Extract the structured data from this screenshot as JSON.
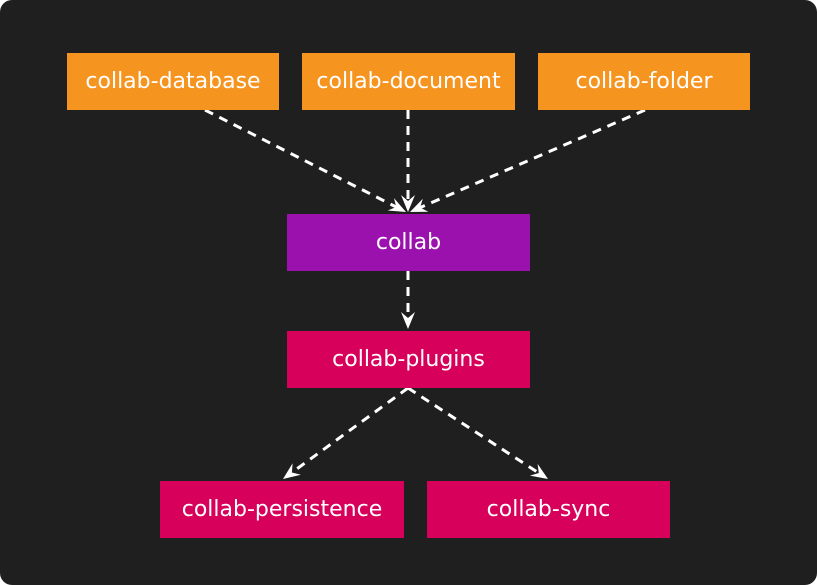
{
  "colors": {
    "background": "#1f1f1f",
    "orange": "#f69420",
    "purple": "#9b11ae",
    "crimson": "#d7005a",
    "edge": "#ffffff"
  },
  "nodes": [
    {
      "id": "collab-database",
      "label": "collab-database",
      "color": "orange"
    },
    {
      "id": "collab-document",
      "label": "collab-document",
      "color": "orange"
    },
    {
      "id": "collab-folder",
      "label": "collab-folder",
      "color": "orange"
    },
    {
      "id": "collab",
      "label": "collab",
      "color": "purple"
    },
    {
      "id": "collab-plugins",
      "label": "collab-plugins",
      "color": "crimson"
    },
    {
      "id": "collab-persistence",
      "label": "collab-persistence",
      "color": "crimson"
    },
    {
      "id": "collab-sync",
      "label": "collab-sync",
      "color": "crimson"
    }
  ],
  "edges": [
    {
      "from": "collab-database",
      "to": "collab",
      "style": "dashed"
    },
    {
      "from": "collab-document",
      "to": "collab",
      "style": "dashed"
    },
    {
      "from": "collab-folder",
      "to": "collab",
      "style": "dashed"
    },
    {
      "from": "collab",
      "to": "collab-plugins",
      "style": "dashed"
    },
    {
      "from": "collab-plugins",
      "to": "collab-persistence",
      "style": "dashed"
    },
    {
      "from": "collab-plugins",
      "to": "collab-sync",
      "style": "dashed"
    }
  ]
}
